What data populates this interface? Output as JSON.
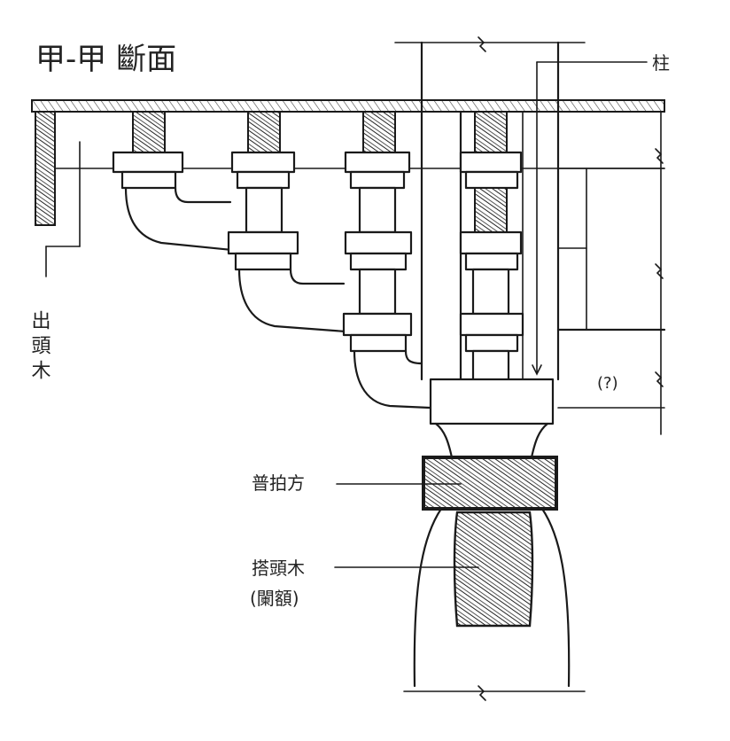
{
  "title": "甲-甲 斷面",
  "labels": {
    "column": "柱",
    "projecting_beam": "出頭木",
    "bracket_lintel": "普拍方",
    "tie_beam": "搭頭木",
    "tie_beam_alias": "(闌額)",
    "uncertain": "(?)"
  },
  "colors": {
    "ink": "#1a1a1a",
    "paper": "#ffffff"
  }
}
